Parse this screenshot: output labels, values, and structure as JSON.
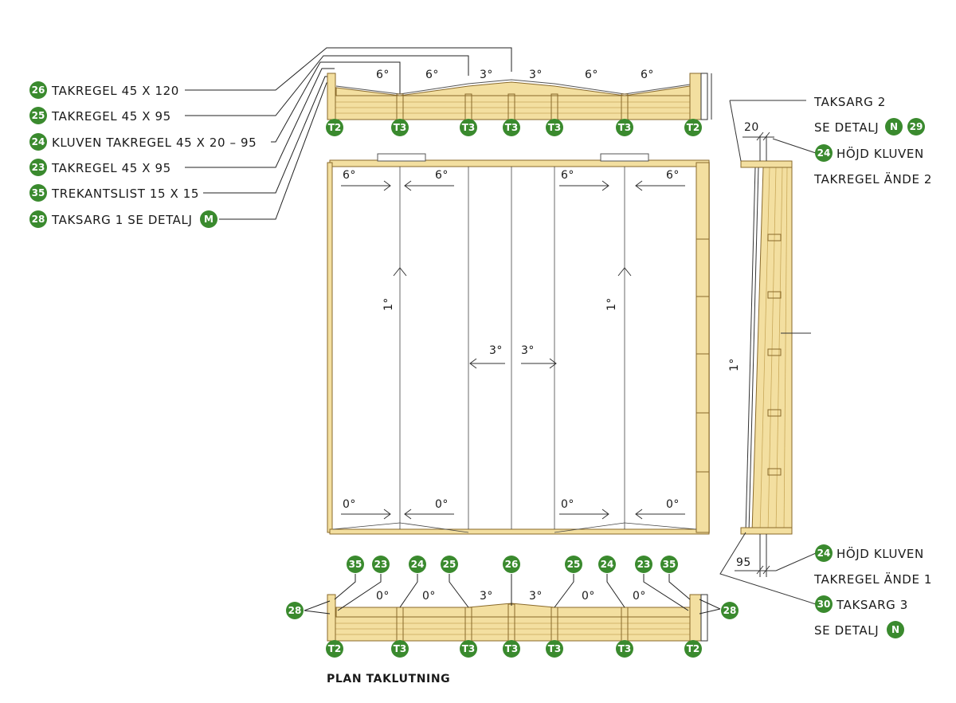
{
  "colors": {
    "badge": "#3a8a2e",
    "wood": "#f3dfa0",
    "wood_stroke": "#8a6a2a",
    "line": "#222222"
  },
  "left_labels": [
    {
      "badge": "26",
      "text": "TAKREGEL 45 X 120"
    },
    {
      "badge": "25",
      "text": "TAKREGEL 45 X 95"
    },
    {
      "badge": "24",
      "text": "KLUVEN TAKREGEL 45 X 20 – 95"
    },
    {
      "badge": "23",
      "text": "TAKREGEL 45 X 95"
    },
    {
      "badge": "35",
      "text": "TREKANTSLIST 15 X 15"
    },
    {
      "badge": "28",
      "text": "TAKSARG 1 SE DETALJ",
      "badge2": "M"
    }
  ],
  "right_labels": {
    "taksarg2": "TAKSARG 2",
    "se_detalj_1": "SE DETALJ",
    "badge_n_1": "N",
    "badge_29": "29",
    "badge_24_top": "24",
    "hojd_kluven_1": "HÖJD KLUVEN",
    "takregel_ande2": "TAKREGEL ÄNDE 2",
    "badge_24_bottom": "24",
    "hojd_kluven_2": "HÖJD KLUVEN",
    "takregel_ande1": "TAKREGEL ÄNDE 1",
    "badge_30": "30",
    "taksarg3": "TAKSARG 3",
    "se_detalj_2": "SE DETALJ",
    "badge_n_2": "N"
  },
  "dims": {
    "top": "20",
    "bottom": "95"
  },
  "top_angles": [
    "6°",
    "6°",
    "3°",
    "3°",
    "6°",
    "6°"
  ],
  "plan_angles": {
    "top": [
      "6°",
      "6°",
      "6°",
      "6°"
    ],
    "bottom": [
      "0°",
      "0°",
      "0°",
      "0°"
    ],
    "side": [
      "1°",
      "1°"
    ],
    "center": [
      "3°",
      "3°"
    ],
    "right_side": "1°"
  },
  "bottom_angles": [
    "0°",
    "0°",
    "3°",
    "3°",
    "0°",
    "0°"
  ],
  "bottom_badges": [
    "35",
    "23",
    "24",
    "25",
    "26",
    "25",
    "24",
    "23",
    "35"
  ],
  "side_badge": "28",
  "t_badges": [
    "T2",
    "T3",
    "T3",
    "T3",
    "T3",
    "T3",
    "T2"
  ],
  "title": "PLAN TAKLUTNING"
}
